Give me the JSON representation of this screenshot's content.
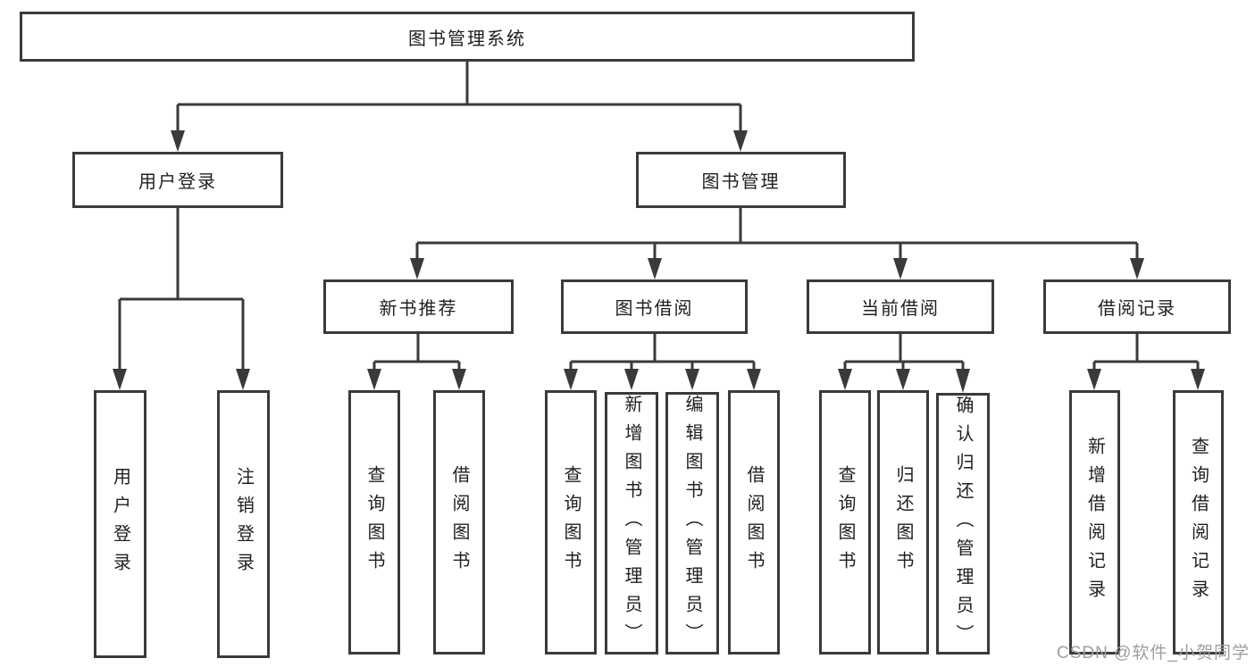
{
  "nodes": {
    "root": "图书管理系统",
    "user_login": "用户登录",
    "book_mgmt": "图书管理",
    "new_book_rec": "新书推荐",
    "book_borrow": "图书借阅",
    "current_borrow": "当前借阅",
    "borrow_record": "借阅记录"
  },
  "leaves": {
    "user_login": [
      "用户登录",
      "注销登录"
    ],
    "new_book_rec": [
      "查询图书",
      "借阅图书"
    ],
    "book_borrow": [
      "查询图书",
      "新增图书（管理员）",
      "编辑图书（管理员）",
      "借阅图书"
    ],
    "current_borrow": [
      "查询图书",
      "归还图书",
      "确认归还（管理员）"
    ],
    "borrow_record": [
      "新增借阅记录",
      "查询借阅记录"
    ]
  },
  "watermark": "CSDN @软件_小贺同学",
  "colors": {
    "line": "#3a3a3a",
    "text": "#1f1f1f",
    "background": "#ffffff",
    "watermark": "#9e9e9e"
  }
}
